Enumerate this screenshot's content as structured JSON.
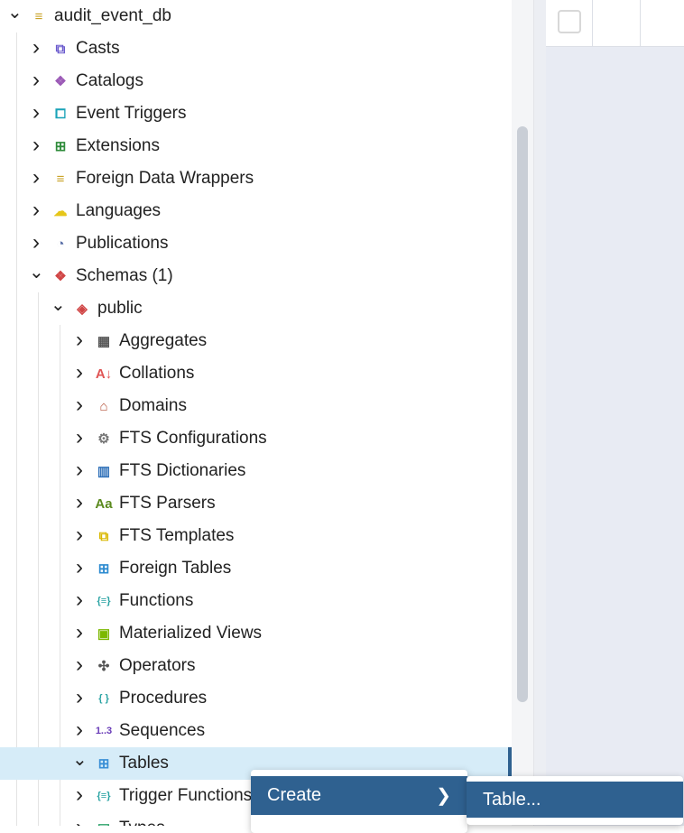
{
  "tree": [
    {
      "label": "audit_event_db",
      "level": 0,
      "open": true,
      "icon": "database-icon",
      "color": "#c9a227",
      "glyph": "≡"
    },
    {
      "label": "Casts",
      "level": 1,
      "icon": "casts-icon",
      "color": "#6a5acd",
      "glyph": "⧉"
    },
    {
      "label": "Catalogs",
      "level": 1,
      "icon": "catalogs-icon",
      "color": "#9b59b6",
      "glyph": "❖"
    },
    {
      "label": "Event Triggers",
      "level": 1,
      "icon": "event-triggers-icon",
      "color": "#1aa3b8",
      "glyph": "⧠"
    },
    {
      "label": "Extensions",
      "level": 1,
      "icon": "extensions-icon",
      "color": "#2e8b3a",
      "glyph": "⊞"
    },
    {
      "label": "Foreign Data Wrappers",
      "level": 1,
      "icon": "fdw-icon",
      "color": "#c9a227",
      "glyph": "≡"
    },
    {
      "label": "Languages",
      "level": 1,
      "icon": "languages-icon",
      "color": "#e6c619",
      "glyph": "☁"
    },
    {
      "label": "Publications",
      "level": 1,
      "icon": "publications-icon",
      "color": "#5a6fa8",
      "glyph": "◔"
    },
    {
      "label": "Schemas (1)",
      "level": 1,
      "open": true,
      "icon": "schemas-icon",
      "color": "#d04545",
      "glyph": "❖"
    },
    {
      "label": "public",
      "level": 2,
      "open": true,
      "icon": "schema-icon",
      "color": "#d04545",
      "glyph": "◈"
    },
    {
      "label": "Aggregates",
      "level": 3,
      "icon": "aggregates-icon",
      "color": "#555",
      "glyph": "▦"
    },
    {
      "label": "Collations",
      "level": 3,
      "icon": "collations-icon",
      "color": "#e05555",
      "glyph": "A↓"
    },
    {
      "label": "Domains",
      "level": 3,
      "icon": "domains-icon",
      "color": "#b5533c",
      "glyph": "⌂"
    },
    {
      "label": "FTS Configurations",
      "level": 3,
      "icon": "fts-configurations-icon",
      "color": "#777",
      "glyph": "⚙"
    },
    {
      "label": "FTS Dictionaries",
      "level": 3,
      "icon": "fts-dictionaries-icon",
      "color": "#2d6fb8",
      "glyph": "▥"
    },
    {
      "label": "FTS Parsers",
      "level": 3,
      "icon": "fts-parsers-icon",
      "color": "#5b8a1e",
      "glyph": "Aa"
    },
    {
      "label": "FTS Templates",
      "level": 3,
      "icon": "fts-templates-icon",
      "color": "#d9b800",
      "glyph": "⧉"
    },
    {
      "label": "Foreign Tables",
      "level": 3,
      "icon": "foreign-tables-icon",
      "color": "#2d8bd0",
      "glyph": "⊞"
    },
    {
      "label": "Functions",
      "level": 3,
      "icon": "functions-icon",
      "color": "#2aa3a3",
      "glyph": "{≡}"
    },
    {
      "label": "Materialized Views",
      "level": 3,
      "icon": "materialized-views-icon",
      "color": "#7cb800",
      "glyph": "▣"
    },
    {
      "label": "Operators",
      "level": 3,
      "icon": "operators-icon",
      "color": "#555",
      "glyph": "✣"
    },
    {
      "label": "Procedures",
      "level": 3,
      "icon": "procedures-icon",
      "color": "#2aa3a3",
      "glyph": "{ }"
    },
    {
      "label": "Sequences",
      "level": 3,
      "icon": "sequences-icon",
      "color": "#6a3db8",
      "glyph": "1..3"
    },
    {
      "label": "Tables",
      "level": 3,
      "open": true,
      "selected": true,
      "icon": "tables-icon",
      "color": "#3a8fd6",
      "glyph": "⊞"
    },
    {
      "label": "Trigger Functions",
      "level": 3,
      "icon": "trigger-functions-icon",
      "color": "#2aa3a3",
      "glyph": "{≡}"
    },
    {
      "label": "Types",
      "level": 3,
      "icon": "types-icon",
      "color": "#2ea36b",
      "glyph": "▣"
    }
  ],
  "context_menu": {
    "create_label": "Create",
    "create_arrow": "❯"
  },
  "submenu": {
    "table_label": "Table..."
  }
}
